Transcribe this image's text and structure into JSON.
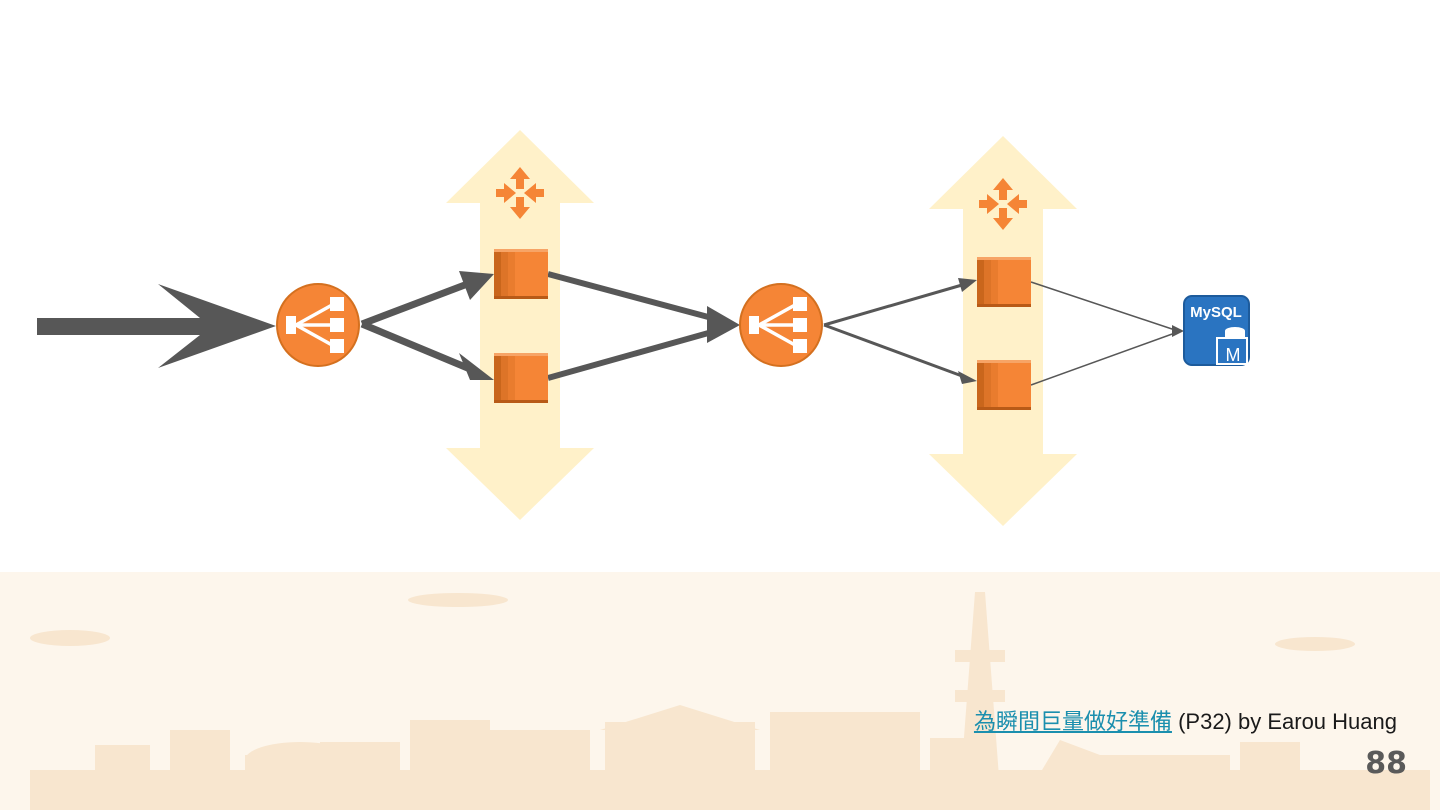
{
  "caption": {
    "link_text": "為瞬間巨量做好準備",
    "suffix": " (P32) by Earou Huang"
  },
  "page_number": "88",
  "mysql": {
    "label": "MySQL",
    "badge": "M"
  },
  "colors": {
    "aws_orange": "#f58536",
    "aws_orange_dark": "#c9661c",
    "scaling_band": "#fff1c9",
    "connector": "#575757",
    "mysql_blue": "#2a74c1",
    "city_band": "#fdf6ec",
    "link": "#1b8fae"
  },
  "icons": {
    "load_balancer": "elastic-load-balancer-icon",
    "instance": "ec2-instance-icon",
    "autoscaling": "auto-scaling-icon",
    "database": "mysql-database-icon",
    "traffic": "incoming-traffic-arrow"
  }
}
